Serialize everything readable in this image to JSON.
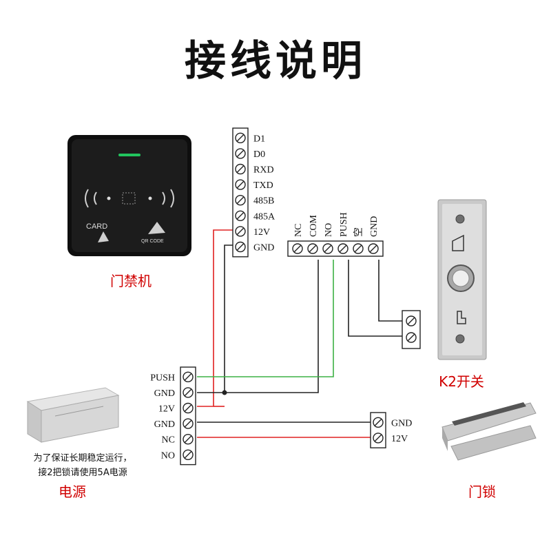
{
  "title": "接线说明",
  "devices": {
    "reader_caption": "门禁机",
    "reader_card_text": "CARD",
    "reader_qr_text": "QR CODE",
    "button_caption": "K2开关",
    "power_caption": "电源",
    "power_note_line1": "为了保证长期稳定运行，",
    "power_note_line2": "接2把锁请使用5A电源",
    "lock_caption": "门锁"
  },
  "reader_terminals": [
    "D1",
    "D0",
    "RXD",
    "TXD",
    "485B",
    "485A",
    "12V",
    "GND"
  ],
  "controller_terminals": [
    "NC",
    "COM",
    "NO",
    "PUSH",
    "空",
    "GND"
  ],
  "power_terminals": [
    "PUSH",
    "GND",
    "12V",
    "GND",
    "NC",
    "NO"
  ],
  "lock_terminals": [
    "GND",
    "12V"
  ],
  "colors": {
    "wire_black": "#222222",
    "wire_red": "#e02020",
    "wire_green": "#3cb043",
    "caption_red": "#d00000"
  }
}
